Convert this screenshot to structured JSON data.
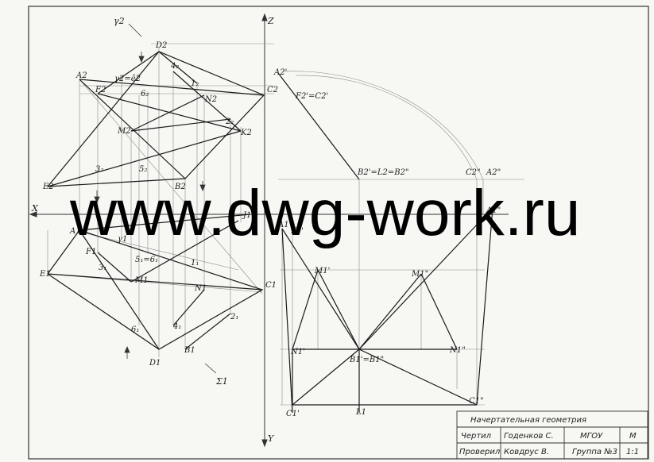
{
  "watermark": "www.dwg-work.ru",
  "axes": {
    "z": "Z",
    "x": "X",
    "y": "Y"
  },
  "planes": {
    "gamma2": "γ2",
    "sigma1": "Σ1"
  },
  "labels": {
    "D2": "D2",
    "A2": "A2",
    "F2": "F2",
    "g2e2": "γ2=ê2",
    "n4": "4₂",
    "n1": "1₂",
    "n6": "6₂",
    "N2": "N2",
    "M2": "M2",
    "n2": "2₂",
    "K2": "K2",
    "n3": "3₂",
    "n5": "5₂",
    "B2": "B2",
    "E2": "E2",
    "A2r": "A2'",
    "C2r": "C2",
    "F2eq": "F2'=C2'",
    "B2eq": "B2'=L2=B2\"",
    "C2dd": "C2\"",
    "A2dd": "A2\"",
    "A1": "A1",
    "g1": "γ1",
    "F1": "F1",
    "n5e6": "5₁=6₁",
    "n3b": "3₁",
    "E1": "E1",
    "M1": "M1",
    "n1b": "1₁",
    "N1": "N1",
    "C1": "C1",
    "n2b": "2₁",
    "n6b": "6₁",
    "n4b": "4₁",
    "B1": "B1",
    "D1": "D1",
    "A1r": "A1'",
    "A1dd": "A1\"",
    "F1r": "F1'",
    "M1r": "M1'",
    "M1dd": "M1\"",
    "N1r": "N1'",
    "N1dd": "N1\"",
    "B1eq": "B1'=B1\"",
    "C1r": "C1'",
    "C1dd": "C1\"",
    "L1": "L1",
    "J1": "J1"
  },
  "title_block": {
    "title": "Начертательная геометрия",
    "row1_role": "Чертил",
    "row1_name": "Годенков С.",
    "org": "МГОУ",
    "m_label": "М",
    "row2_role": "Проверил",
    "row2_name": "Ковдрус В.",
    "group": "Группа №3",
    "scale": "1:1"
  }
}
